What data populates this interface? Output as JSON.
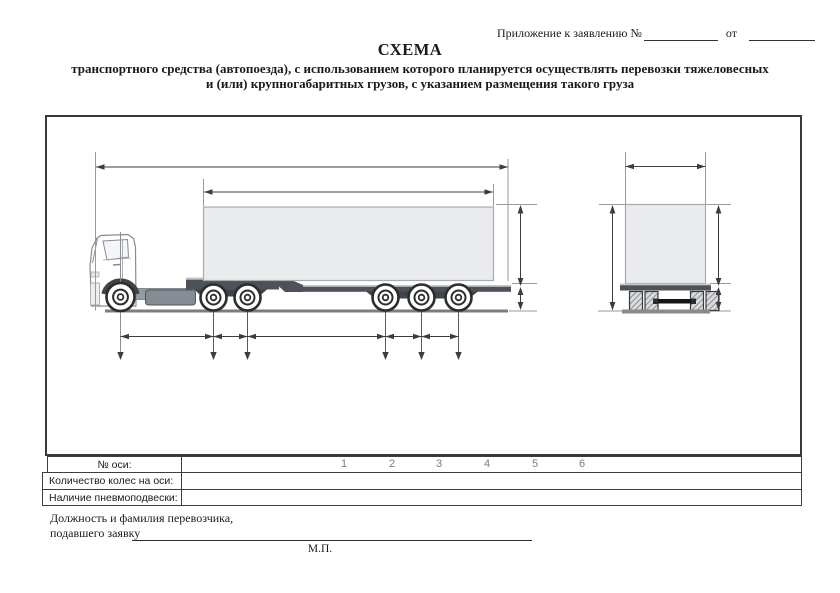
{
  "header": {
    "attachment_label": "Приложение к заявлению №",
    "from_label": "от"
  },
  "title": "СХЕМА",
  "subtitle_line1": "транспортного средства (автопоезда), с использованием которого планируется осуществлять перевозки тяжеловесных",
  "subtitle_line2": "и (или) крупногабаритных грузов, с указанием размещения такого груза",
  "table": {
    "axis_label": "№ оси:",
    "axis_numbers": [
      "1",
      "2",
      "3",
      "4",
      "5",
      "6"
    ],
    "wheels_label": "Количество колес на оси:",
    "suspension_label": "Наличие пневмоподвески:"
  },
  "footer": {
    "carrier_line1": "Должность и фамилия перевозчика,",
    "carrier_line2": "подавшего заявку",
    "stamp": "М.П."
  },
  "colors": {
    "frame_border": "#3a3a3a",
    "dimension_line": "#3c3c3c",
    "extension_line": "#9a9a9a",
    "cargo_fill": "#e9ebed",
    "cargo_border": "#a7acb2",
    "deck_dark": "#4c5258",
    "chassis_gray": "#939ba3",
    "ground_gray": "#7d7d7d",
    "wheel_ring": "#2d2d2d"
  }
}
